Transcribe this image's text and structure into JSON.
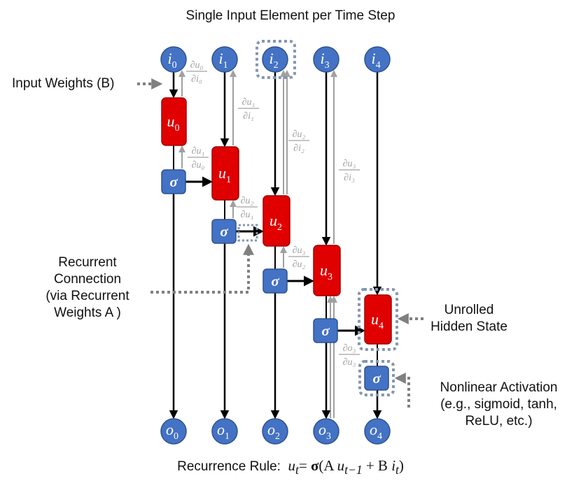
{
  "title": "Single Input Element per Time Step",
  "annotations": {
    "input_weights": "Input Weights (B)",
    "recurrent_line1": "Recurrent",
    "recurrent_line2": "Connection",
    "recurrent_line3": "(via Recurrent",
    "recurrent_line4": "Weights A )",
    "unrolled_line1": "Unrolled",
    "unrolled_line2": "Hidden State",
    "nonlinear_line1": "Nonlinear Activation",
    "nonlinear_line2": "(e.g., sigmoid, tanh,",
    "nonlinear_line3": "ReLU, etc.)"
  },
  "rule": {
    "prefix": "Recurrence Rule:",
    "lhs": "u",
    "lhs_sub": "t",
    "eq": "=",
    "sigma": "σ",
    "open": "(A ",
    "u": "u",
    "u_sub": "t−1",
    "mid": " + B ",
    "i": "i",
    "i_sub": "t",
    "close": ")"
  },
  "nodes": {
    "inputs": [
      "i",
      "i",
      "i",
      "i",
      "i"
    ],
    "outputs": [
      "o",
      "o",
      "o",
      "o",
      "o"
    ],
    "hidden": [
      "u",
      "u",
      "u",
      "u",
      "u"
    ],
    "subscripts": [
      "0",
      "1",
      "2",
      "3",
      "4"
    ],
    "activation_symbol": "σ"
  },
  "gradient_labels": [
    {
      "num": "∂u₀",
      "den": "∂i₀"
    },
    {
      "num": "∂u₁",
      "den": "∂i₁"
    },
    {
      "num": "∂u₁",
      "den": "∂u₀"
    },
    {
      "num": "∂u₂",
      "den": "∂i₂"
    },
    {
      "num": "∂u₂",
      "den": "∂u₁"
    },
    {
      "num": "∂u₃",
      "den": "∂i₃"
    },
    {
      "num": "∂u₃",
      "den": "∂u₂"
    },
    {
      "num": "∂o₃",
      "den": "∂u₃"
    }
  ],
  "colors": {
    "circle_fill": "#4472c4",
    "circle_stroke": "#2f528f",
    "hidden_fill": "#e00000",
    "hidden_stroke": "#a00000",
    "sigma_fill": "#4472c4",
    "forward_arrow": "#000000",
    "gradient_arrow": "#a0a0a0",
    "dashed_annotation": "#8496b0",
    "dotted_pointer": "#808080",
    "gradient_text": "#a0a0a0"
  }
}
